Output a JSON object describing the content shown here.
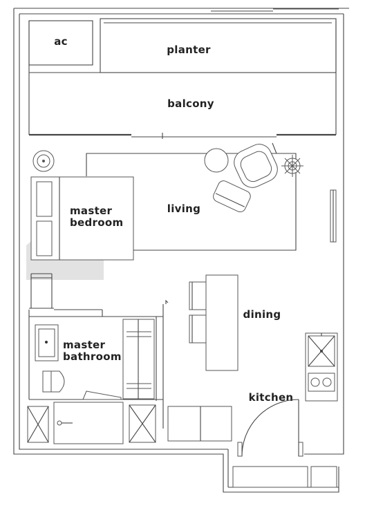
{
  "rooms": {
    "ac": "ac",
    "planter": "planter",
    "balcony": "balcony",
    "master_bedroom": [
      "master",
      "bedroom"
    ],
    "living": "living",
    "dining": "dining",
    "master_bathroom": [
      "master",
      "bathroom"
    ],
    "kitchen": "kitchen"
  },
  "colors": {
    "wall": "#444444",
    "label": "#222222",
    "watermark": "#e2e2e2"
  }
}
